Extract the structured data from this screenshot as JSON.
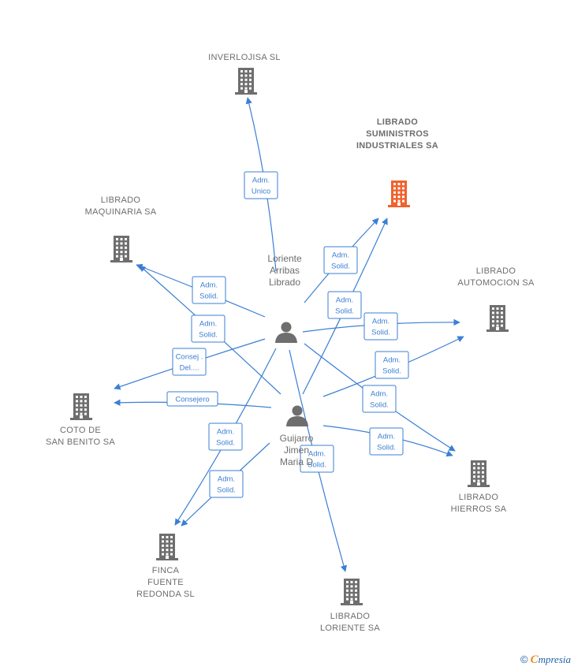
{
  "colors": {
    "edge": "#3b7fd4",
    "building": "#6e6e6e",
    "highlight": "#f0622e",
    "person": "#6e6e6e"
  },
  "companies": [
    {
      "id": "inverlojisa",
      "lines": [
        "INVERLOJISA SL"
      ],
      "highlight": false,
      "icon": "building-icon"
    },
    {
      "id": "suministros",
      "lines": [
        "LIBRADO",
        "SUMINISTROS",
        "INDUSTRIALES SA"
      ],
      "highlight": true,
      "icon": "building-icon"
    },
    {
      "id": "maquinaria",
      "lines": [
        "LIBRADO",
        "MAQUINARIA SA"
      ],
      "highlight": false,
      "icon": "building-icon"
    },
    {
      "id": "automocion",
      "lines": [
        "LIBRADO",
        "AUTOMOCION SA"
      ],
      "highlight": false,
      "icon": "building-icon"
    },
    {
      "id": "coto",
      "lines": [
        "COTO DE",
        "SAN BENITO SA"
      ],
      "highlight": false,
      "icon": "building-icon"
    },
    {
      "id": "hierros",
      "lines": [
        "LIBRADO",
        "HIERROS SA"
      ],
      "highlight": false,
      "icon": "building-icon"
    },
    {
      "id": "finca",
      "lines": [
        "FINCA",
        "FUENTE",
        "REDONDA SL"
      ],
      "highlight": false,
      "icon": "building-icon"
    },
    {
      "id": "loriente",
      "lines": [
        "LIBRADO",
        "LORIENTE SA"
      ],
      "highlight": false,
      "icon": "building-icon"
    }
  ],
  "persons": [
    {
      "id": "p1",
      "lines": [
        "Loriente",
        "Arribas",
        "Librado"
      ],
      "icon": "person-icon"
    },
    {
      "id": "p2",
      "lines": [
        "Guijarro",
        "Jimen",
        "Maria D"
      ],
      "icon": "person-icon"
    }
  ],
  "edges": [
    {
      "from": "p1",
      "to": "inverlojisa",
      "label": [
        "Adm.",
        "Unico"
      ]
    },
    {
      "from": "p1",
      "to": "suministros",
      "label": [
        "Adm.",
        "Solid."
      ]
    },
    {
      "from": "p2",
      "to": "suministros",
      "label": [
        "Adm.",
        "Solid."
      ]
    },
    {
      "from": "p1",
      "to": "maquinaria",
      "label": [
        "Adm.",
        "Solid."
      ]
    },
    {
      "from": "p2",
      "to": "maquinaria",
      "label": [
        "Adm.",
        "Solid."
      ]
    },
    {
      "from": "p1",
      "to": "automocion",
      "label": [
        "Adm.",
        "Solid."
      ]
    },
    {
      "from": "p2",
      "to": "automocion",
      "label": [
        "Adm.",
        "Solid."
      ]
    },
    {
      "from": "p1",
      "to": "coto",
      "label": [
        "Consej .",
        "Del...."
      ]
    },
    {
      "from": "p2",
      "to": "coto",
      "label": [
        "Consejero"
      ]
    },
    {
      "from": "p1",
      "to": "hierros",
      "label": [
        "Adm.",
        "Solid."
      ]
    },
    {
      "from": "p2",
      "to": "hierros",
      "label": [
        "Adm.",
        "Solid."
      ]
    },
    {
      "from": "p1",
      "to": "finca",
      "label": [
        "Adm.",
        "Solid."
      ]
    },
    {
      "from": "p2",
      "to": "finca",
      "label": [
        "Adm.",
        "Solid."
      ]
    },
    {
      "from": "p1",
      "to": "loriente",
      "label": [
        "Adm.",
        "Solid."
      ]
    }
  ],
  "footer": {
    "copyright": "©",
    "brand_initial": "C",
    "brand_rest": "mpresia"
  }
}
